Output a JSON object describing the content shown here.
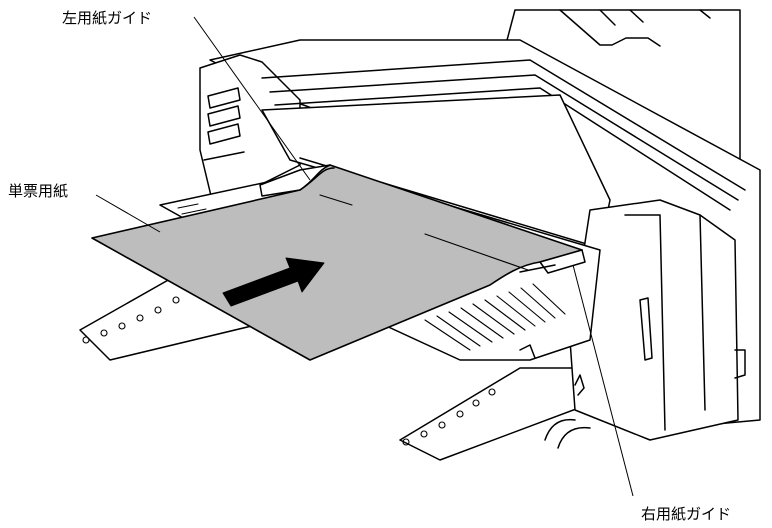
{
  "labels": {
    "left_guide": "左用紙ガイド",
    "single_sheet": "単票用紙",
    "right_guide": "右用紙ガイド"
  },
  "colors": {
    "paper_fill": "#bdbdbd",
    "line": "#000000",
    "background": "#ffffff"
  },
  "icons": {
    "arrow": "insertion-direction-arrow"
  }
}
